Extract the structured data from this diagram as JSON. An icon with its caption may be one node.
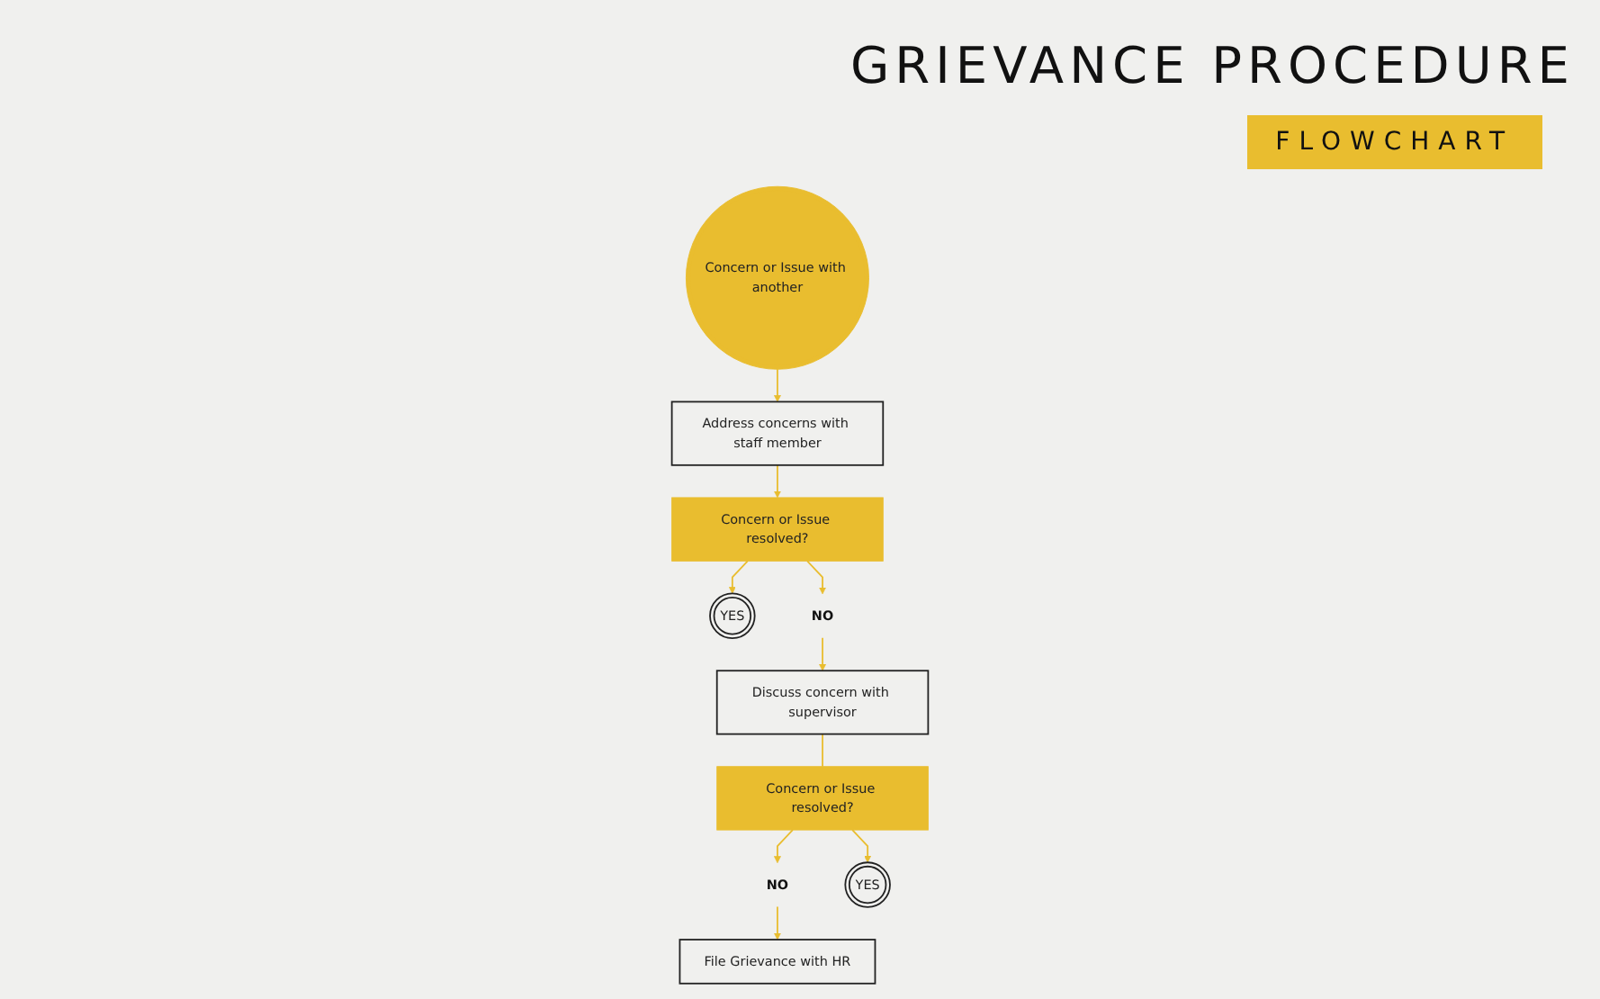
{
  "diagram": {
    "title": "GRIEVANCE PROCEDURE",
    "nodes": [
      {
        "text": [
          "Concern or Issue with another"
        ]
      },
      {
        "text": [
          "YES"
        ]
      },
      {
        "text": [
          "Concern or Issue resolved?"
        ]
      },
      {
        "text": [
          "Address concerns with staff member"
        ]
      },
      {
        "text": [
          "NO"
        ]
      },
      {
        "text": [
          "Discuss concern with supervisor"
        ]
      },
      {
        "text": [
          "File Grievance with HR"
        ]
      },
      {
        "text": [
          "NO"
        ]
      },
      {
        "text": [
          "Concern or Issue resolved?"
        ]
      },
      {
        "text": [
          "YES"
        ]
      }
    ],
    "edges": [
      {
        "from": 0,
        "to": 3,
        "arrow": "to"
      },
      {
        "from": 3,
        "to": 2,
        "arrow": "to"
      },
      {
        "from": 2,
        "to": 1,
        "arrow": "to"
      },
      {
        "from": 2,
        "to": 4,
        "arrow": "to"
      },
      {
        "from": 4,
        "to": 5,
        "arrow": "to"
      },
      {
        "from": 5,
        "to": 8,
        "arrow": "none"
      },
      {
        "from": 8,
        "to": 7,
        "arrow": "to"
      },
      {
        "from": 7,
        "to": 6,
        "arrow": "to"
      },
      {
        "from": 8,
        "to": 9,
        "arrow": "to"
      }
    ],
    "labels": [
      "FLOWCHART"
    ]
  }
}
